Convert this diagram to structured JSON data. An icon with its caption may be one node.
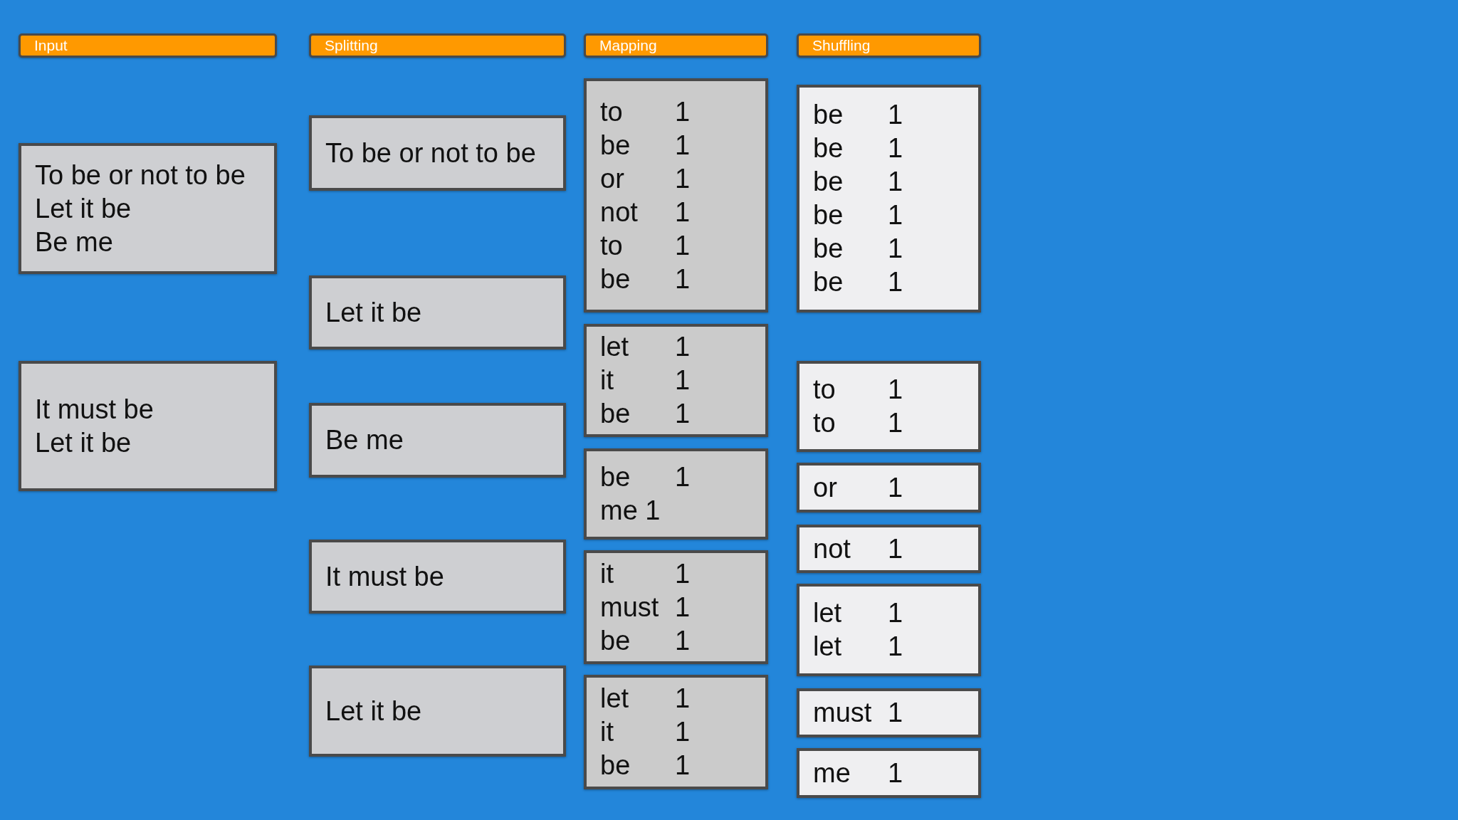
{
  "diagram": {
    "nodes": [
      {
        "text": [
          "Input"
        ]
      },
      {
        "text": [
          "To be or not to be",
          "Let it be",
          "Be me"
        ]
      },
      {
        "text": [
          "It must be",
          "Let it be"
        ]
      },
      {
        "text": [
          "Splitting"
        ]
      },
      {
        "text": [
          "To be or not to be"
        ]
      },
      {
        "text": [
          "Let it be"
        ]
      },
      {
        "text": [
          "Be me"
        ]
      },
      {
        "text": [
          "It must be"
        ]
      },
      {
        "text": [
          "Let it be"
        ]
      },
      {
        "text": [
          "Mapping"
        ]
      },
      {
        "text": [
          "to 1",
          "be 1",
          "or 1",
          "not 1",
          "to 1",
          "be 1"
        ]
      },
      {
        "text": [
          "let 1",
          "it 1",
          "be 1"
        ]
      },
      {
        "text": [
          "be 1",
          "me 1"
        ]
      },
      {
        "text": [
          "it 1",
          "must 1",
          "be 1"
        ]
      },
      {
        "text": [
          "let 1",
          "it 1",
          "be 1"
        ]
      },
      {
        "text": [
          "Shuffling"
        ]
      },
      {
        "text": [
          "be 1",
          "be 1",
          "be 1",
          "be 1",
          "be 1",
          "be 1"
        ]
      },
      {
        "text": [
          "to 1",
          "to 1"
        ]
      },
      {
        "text": [
          "or 1"
        ]
      },
      {
        "text": [
          "not 1"
        ]
      },
      {
        "text": [
          "let 1",
          "let 1"
        ]
      },
      {
        "text": [
          "must 1"
        ]
      },
      {
        "text": [
          "me 1"
        ]
      }
    ]
  }
}
